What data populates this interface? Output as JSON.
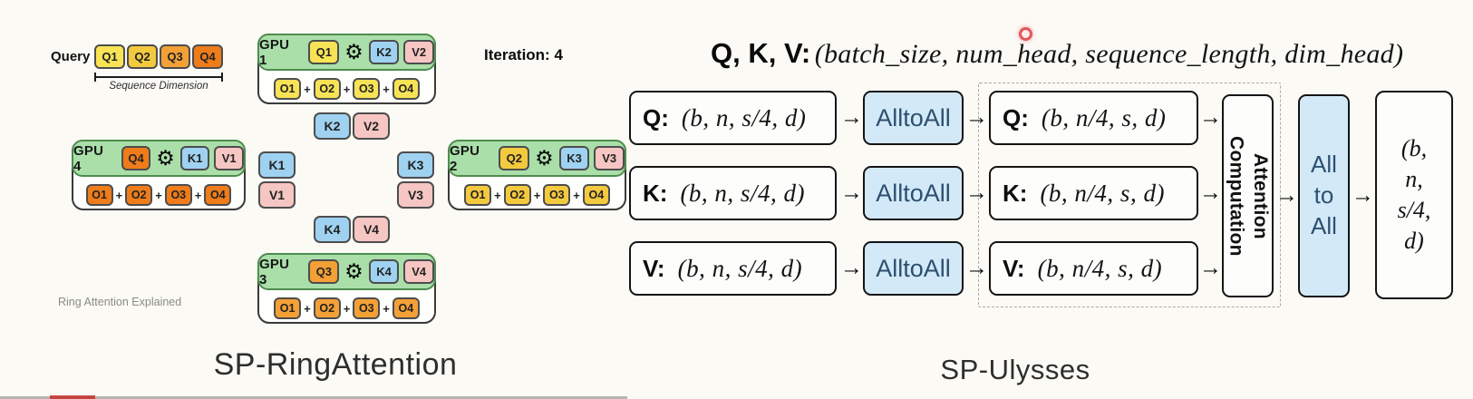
{
  "glyphs": {
    "arrow": "→",
    "plus": "+",
    "gear": "⚙"
  },
  "colors": {
    "yellow": "#f8e356",
    "gold": "#f3c93e",
    "orange": "#f3a036",
    "dark_orange": "#ee7c1a",
    "blue": "#9fd2f1",
    "pink": "#f6c6c3",
    "green_header": "#aadfaa",
    "alltoall_blue": "#d3e9f8",
    "accent_text": "#2d5070",
    "laser_red": "#e4555c"
  },
  "left": {
    "caption": "Ring Attention Explained",
    "title": "SP-RingAttention",
    "iteration_label": "Iteration: 4",
    "query": {
      "label": "Query",
      "dimension_label": "Sequence Dimension",
      "chips": [
        {
          "label": "Q1",
          "color": "#f8e356"
        },
        {
          "label": "Q2",
          "color": "#f3c93e"
        },
        {
          "label": "Q3",
          "color": "#f3a036"
        },
        {
          "label": "Q4",
          "color": "#ee7c1a"
        }
      ]
    },
    "gpus": [
      {
        "name": "GPU 1",
        "q": {
          "label": "Q1",
          "color": "#f8e356"
        },
        "k": {
          "label": "K2",
          "color": "#9fd2f1"
        },
        "v": {
          "label": "V2",
          "color": "#f6c6c3"
        },
        "o_color": "#f8e356",
        "outputs": [
          "O1",
          "O2",
          "O3",
          "O4"
        ]
      },
      {
        "name": "GPU 2",
        "q": {
          "label": "Q2",
          "color": "#f3c93e"
        },
        "k": {
          "label": "K3",
          "color": "#9fd2f1"
        },
        "v": {
          "label": "V3",
          "color": "#f6c6c3"
        },
        "o_color": "#f3c93e",
        "outputs": [
          "O1",
          "O2",
          "O3",
          "O4"
        ]
      },
      {
        "name": "GPU 3",
        "q": {
          "label": "Q3",
          "color": "#f3a036"
        },
        "k": {
          "label": "K4",
          "color": "#9fd2f1"
        },
        "v": {
          "label": "V4",
          "color": "#f6c6c3"
        },
        "o_color": "#f3a036",
        "outputs": [
          "O1",
          "O2",
          "O3",
          "O4"
        ]
      },
      {
        "name": "GPU 4",
        "q": {
          "label": "Q4",
          "color": "#ee7c1a"
        },
        "k": {
          "label": "K1",
          "color": "#9fd2f1"
        },
        "v": {
          "label": "V1",
          "color": "#f6c6c3"
        },
        "o_color": "#ee7c1a",
        "outputs": [
          "O1",
          "O2",
          "O3",
          "O4"
        ]
      }
    ],
    "ring": {
      "k2": {
        "label": "K2",
        "color": "#9fd2f1"
      },
      "v2": {
        "label": "V2",
        "color": "#f6c6c3"
      },
      "k1": {
        "label": "K1",
        "color": "#9fd2f1"
      },
      "v1": {
        "label": "V1",
        "color": "#f6c6c3"
      },
      "k3": {
        "label": "K3",
        "color": "#9fd2f1"
      },
      "v3": {
        "label": "V3",
        "color": "#f6c6c3"
      },
      "k4": {
        "label": "K4",
        "color": "#9fd2f1"
      },
      "v4": {
        "label": "V4",
        "color": "#f6c6c3"
      }
    }
  },
  "right": {
    "title": "SP-Ulysses",
    "header_bold": "Q, K, V:",
    "header_tuple": "(batch_size, num_head, sequence_length, dim_head)",
    "rows": [
      {
        "label": "Q:",
        "in_shape": "(b, n, s/4, d)",
        "op": "AlltoAll",
        "out_label": "Q:",
        "out_shape": "(b, n/4, s, d)"
      },
      {
        "label": "K:",
        "in_shape": "(b, n, s/4, d)",
        "op": "AlltoAll",
        "out_label": "K:",
        "out_shape": "(b, n/4, s, d)"
      },
      {
        "label": "V:",
        "in_shape": "(b, n, s/4, d)",
        "op": "AlltoAll",
        "out_label": "V:",
        "out_shape": "(b, n/4, s, d)"
      }
    ],
    "attention_box_label": "Attention Computation",
    "all_to_all_lines": [
      "All",
      "to",
      "All"
    ],
    "output_lines": [
      "(b,",
      "n,",
      "s/4,",
      "d)"
    ]
  }
}
